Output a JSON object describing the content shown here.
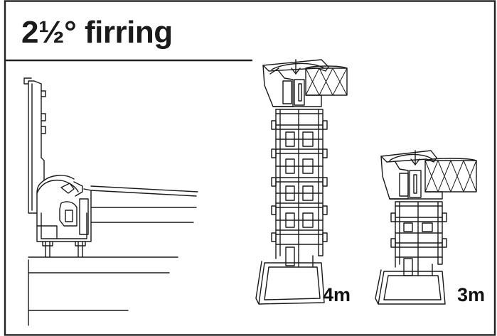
{
  "title": "2½° firring",
  "details": [
    {
      "label": "4m"
    },
    {
      "label": "3m"
    }
  ],
  "colors": {
    "line": "#1a1a1a",
    "background": "#ffffff"
  }
}
